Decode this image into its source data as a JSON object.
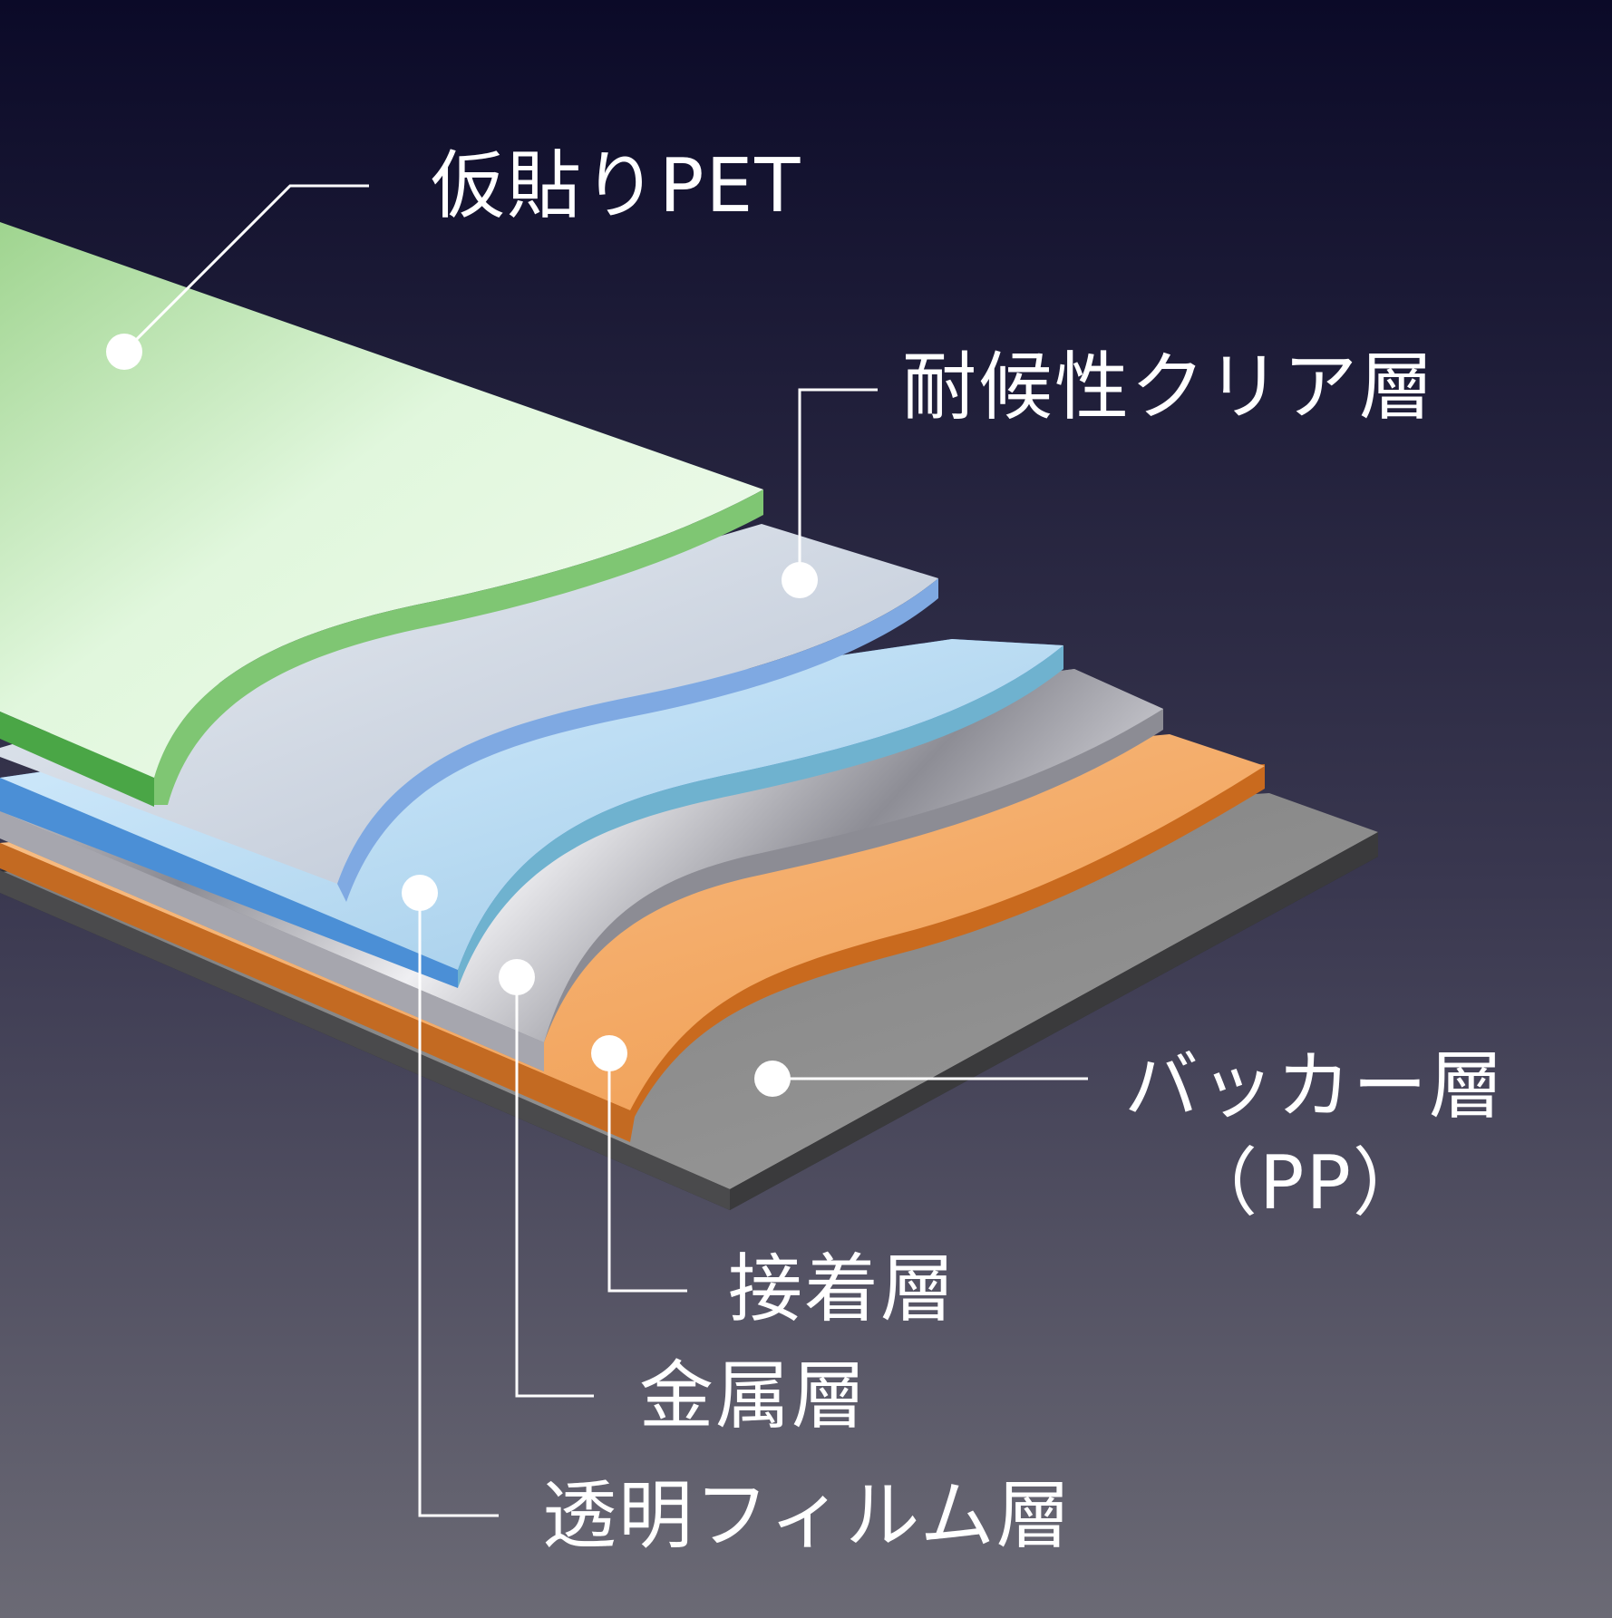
{
  "labels": {
    "temp_pet": "仮貼りPET",
    "weather_clear": "耐候性クリア層",
    "backer": "バッカー層",
    "backer_material": "（PP）",
    "adhesive": "接着層",
    "metal": "金属層",
    "transparent_film": "透明フィルム層"
  },
  "colors": {
    "pet_green": "#a8dc9a",
    "clear_layer": "#cfd8e6",
    "film_blue": "#a8d8f0",
    "metal_silver": "#b8b8c0",
    "adhesive_orange": "#f5a865",
    "backer_gray": "#8a8a8a",
    "line_white": "#ffffff"
  }
}
